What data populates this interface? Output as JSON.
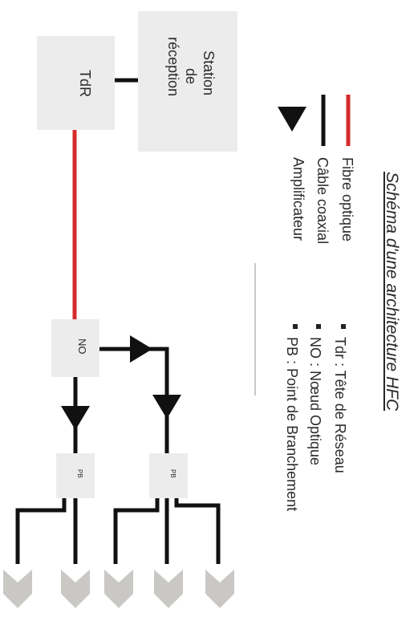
{
  "title": "Schéma d'une architecture HFC",
  "legend": {
    "fibre": "Fibre optique",
    "coax": "Câble coaxial",
    "amplifier": "Amplificateur",
    "abbreviations": [
      "Tdr : Tête de Réseau",
      "NO : Nœud Optique",
      "PB : Point de Branchement"
    ]
  },
  "nodes": {
    "station_line1": "Station",
    "station_line2": "de",
    "station_line3": "réception",
    "tdr": "TdR",
    "no": "NO",
    "pb": "PB"
  },
  "colors": {
    "fibre": "#d42a2a",
    "coax": "#111111",
    "box": "#ececec",
    "house": "#c9c8c4"
  },
  "icons": [
    "amplifier-triangle-icon",
    "house-icon"
  ]
}
